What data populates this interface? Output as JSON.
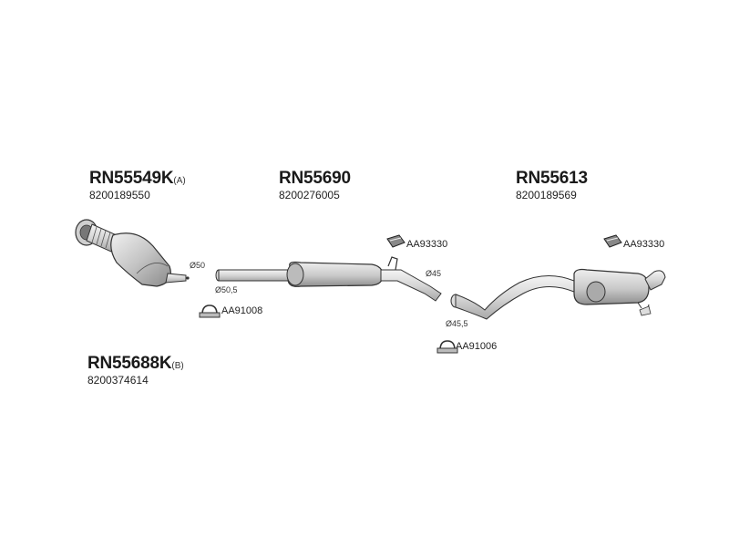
{
  "parts": {
    "catalyst": {
      "code": "RN55549K",
      "suffix": "(A)",
      "oem": "8200189550"
    },
    "middle": {
      "code": "RN55690",
      "oem": "8200276005"
    },
    "rear": {
      "code": "RN55613",
      "oem": "8200189569"
    },
    "kit_b": {
      "code": "RN55688K",
      "suffix": "(B)",
      "oem": "8200374614"
    }
  },
  "accessories": {
    "clamp_front": "AA91008",
    "clamp_mid": "AA91006",
    "hanger_mid": "AA93330",
    "hanger_rear": "AA93330"
  },
  "dimensions": {
    "d50": "Ø50",
    "d50_5": "Ø50,5",
    "d45": "Ø45",
    "d45_5": "Ø45,5"
  }
}
